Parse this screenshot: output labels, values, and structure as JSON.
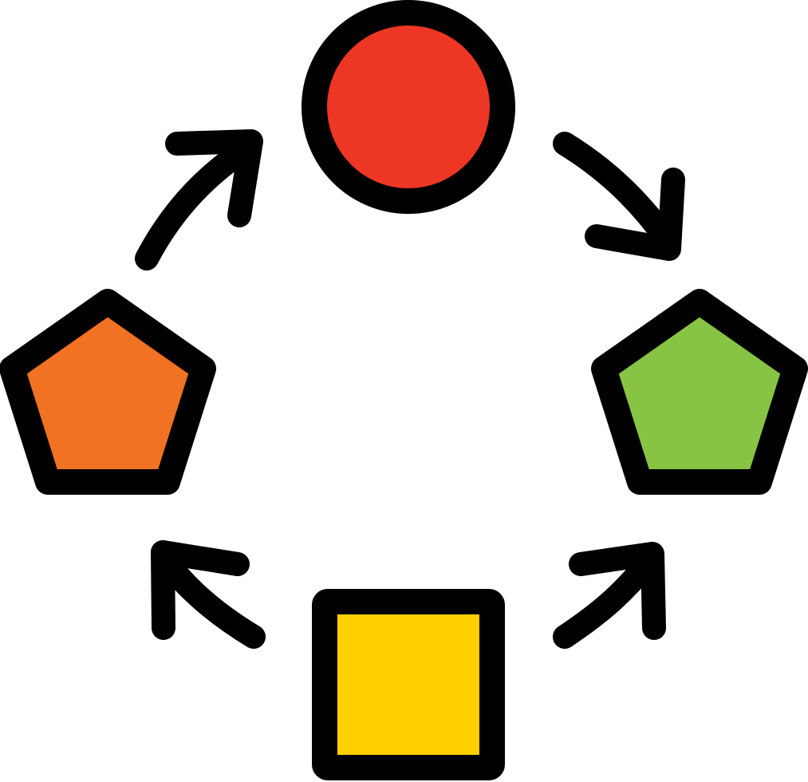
{
  "icon": {
    "name": "cycle-workflow-icon",
    "colors": {
      "outline": "#000000",
      "circle": "#EE3624",
      "pentagon_left": "#F07222",
      "pentagon_right": "#88C443",
      "square": "#FFD000",
      "background": "#FFFFFF"
    },
    "nodes": [
      {
        "id": "circle",
        "shape": "circle",
        "color_key": "circle"
      },
      {
        "id": "pentagon-right",
        "shape": "pentagon",
        "color_key": "pentagon_right"
      },
      {
        "id": "square",
        "shape": "square",
        "color_key": "square"
      },
      {
        "id": "pentagon-left",
        "shape": "pentagon",
        "color_key": "pentagon_left"
      }
    ],
    "arrows": [
      {
        "from": "circle",
        "to": "pentagon-right",
        "direction": "clockwise"
      },
      {
        "from": "square",
        "to": "pentagon-right",
        "direction": "outward"
      },
      {
        "from": "square",
        "to": "pentagon-left",
        "direction": "outward"
      },
      {
        "from": "pentagon-left",
        "to": "circle",
        "direction": "clockwise"
      }
    ]
  }
}
